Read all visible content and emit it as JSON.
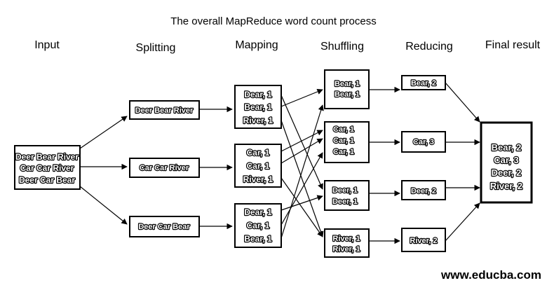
{
  "title": "The overall MapReduce word count process",
  "stages": {
    "input": "Input",
    "splitting": "Splitting",
    "mapping": "Mapping",
    "shuffling": "Shuffling",
    "reducing": "Reducing",
    "final": "Final result"
  },
  "input": {
    "lines": [
      "Deer Bear River",
      "Car Car River",
      "Deer Car Bear"
    ]
  },
  "splits": [
    "Deer Bear River",
    "Car Car River",
    "Deer Car Bear"
  ],
  "maps": [
    [
      "Dear, 1",
      "Bear, 1",
      "River, 1"
    ],
    [
      "Car, 1",
      "Car, 1",
      "River, 1"
    ],
    [
      "Dear, 1",
      "Car, 1",
      "Bear, 1"
    ]
  ],
  "shuffles": [
    [
      "Bear, 1",
      "Bear, 1"
    ],
    [
      "Car, 1",
      "Car, 1",
      "Car, 1"
    ],
    [
      "Deer, 1",
      "Deer, 1"
    ],
    [
      "River, 1",
      "River, 1"
    ]
  ],
  "reduces": [
    "Bear, 2",
    "Car, 3",
    "Deer, 2",
    "River, 2"
  ],
  "final": {
    "lines": [
      "Bear, 2",
      "Car, 3",
      "Deer, 2",
      "River, 2"
    ]
  },
  "watermark": "www.educba.com"
}
